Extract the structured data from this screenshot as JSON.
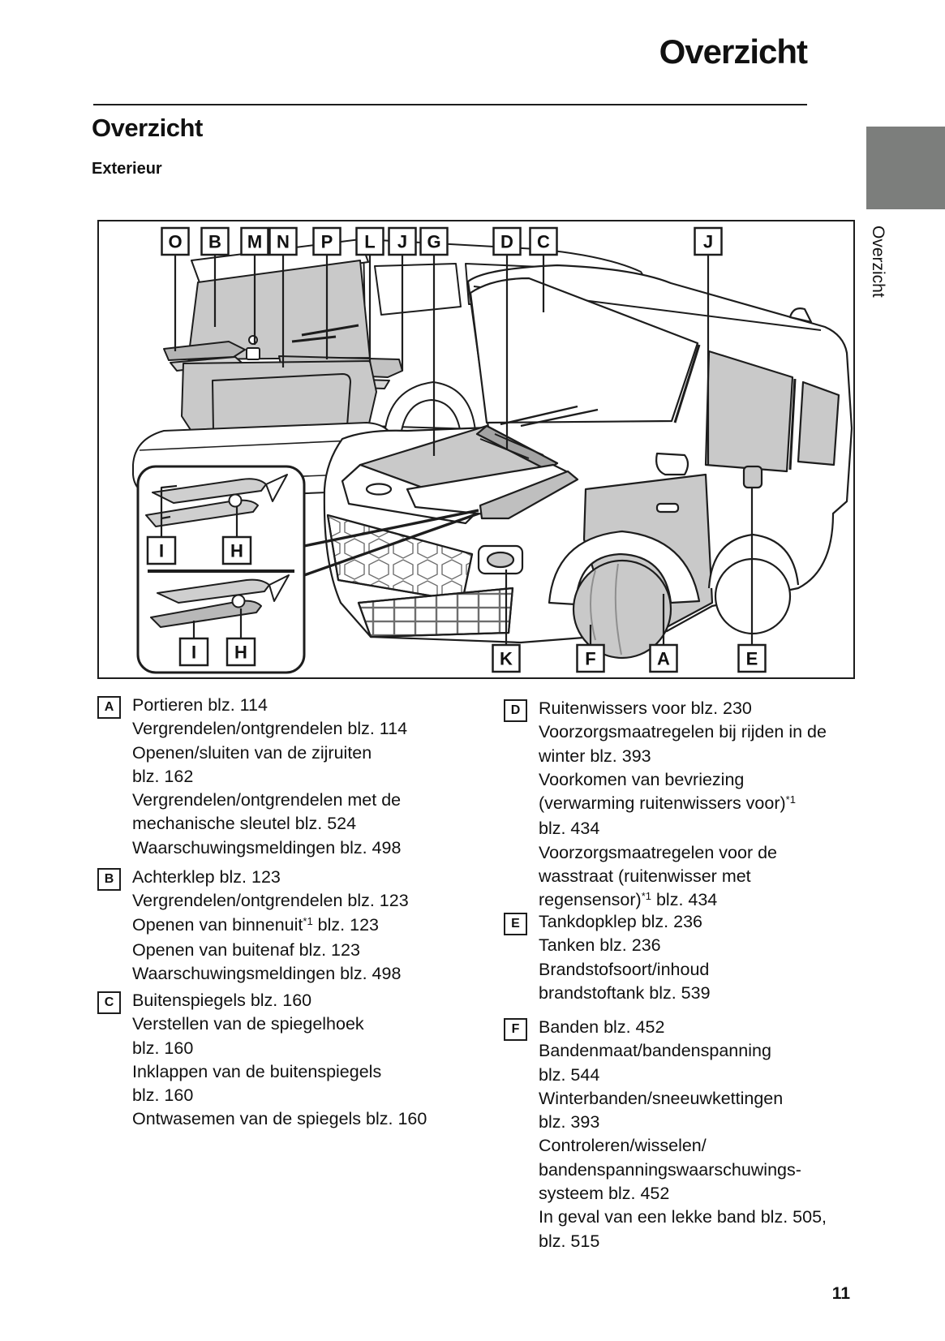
{
  "header": {
    "title": "Overzicht"
  },
  "section": {
    "title": "Overzicht",
    "subtitle": "Exterieur"
  },
  "sidebar": {
    "tab_label": "Overzicht"
  },
  "footer": {
    "page_number": "11"
  },
  "diagram": {
    "top_callouts": [
      "O",
      "B",
      "M",
      "N",
      "P",
      "L",
      "J",
      "G",
      "D",
      "C",
      "J"
    ],
    "bottom_callouts": [
      "K",
      "F",
      "A",
      "E"
    ],
    "inset_row1": [
      "I",
      "H"
    ],
    "inset_row2": [
      "I",
      "H"
    ]
  },
  "legend": {
    "left": [
      {
        "letter": "A",
        "lines": [
          {
            "pre": "Portieren blz. 114",
            "sup": "",
            "post": ""
          },
          {
            "pre": "Vergrendelen/ontgrendelen blz. 114",
            "sup": "",
            "post": ""
          },
          {
            "pre": "Openen/sluiten van de zijruiten",
            "sup": "",
            "post": ""
          },
          {
            "pre": "blz. 162",
            "sup": "",
            "post": ""
          },
          {
            "pre": "Vergrendelen/ontgrendelen met de",
            "sup": "",
            "post": ""
          },
          {
            "pre": "mechanische sleutel blz. 524",
            "sup": "",
            "post": ""
          },
          {
            "pre": "Waarschuwingsmeldingen blz. 498",
            "sup": "",
            "post": ""
          }
        ]
      },
      {
        "letter": "B",
        "lines": [
          {
            "pre": "Achterklep blz. 123",
            "sup": "",
            "post": ""
          },
          {
            "pre": "Vergrendelen/ontgrendelen blz. 123",
            "sup": "",
            "post": ""
          },
          {
            "pre": "Openen van binnenuit",
            "sup": "*1",
            "post": " blz. 123"
          },
          {
            "pre": "Openen van buitenaf blz. 123",
            "sup": "",
            "post": ""
          },
          {
            "pre": "Waarschuwingsmeldingen blz. 498",
            "sup": "",
            "post": ""
          }
        ]
      },
      {
        "letter": "C",
        "lines": [
          {
            "pre": "Buitenspiegels blz. 160",
            "sup": "",
            "post": ""
          },
          {
            "pre": "Verstellen van de spiegelhoek",
            "sup": "",
            "post": ""
          },
          {
            "pre": "blz. 160",
            "sup": "",
            "post": ""
          },
          {
            "pre": "Inklappen van de buitenspiegels",
            "sup": "",
            "post": ""
          },
          {
            "pre": "blz. 160",
            "sup": "",
            "post": ""
          },
          {
            "pre": "Ontwasemen van de spiegels blz. 160",
            "sup": "",
            "post": ""
          }
        ]
      }
    ],
    "right": [
      {
        "letter": "D",
        "lines": [
          {
            "pre": "Ruitenwissers voor blz. 230",
            "sup": "",
            "post": ""
          },
          {
            "pre": "Voorzorgsmaatregelen bij rijden in de",
            "sup": "",
            "post": ""
          },
          {
            "pre": "winter blz. 393",
            "sup": "",
            "post": ""
          },
          {
            "pre": "Voorkomen van bevriezing",
            "sup": "",
            "post": ""
          },
          {
            "pre": "(verwarming ruitenwissers voor)",
            "sup": "*1",
            "post": ""
          },
          {
            "pre": "blz. 434",
            "sup": "",
            "post": ""
          },
          {
            "pre": "Voorzorgsmaatregelen voor de",
            "sup": "",
            "post": ""
          },
          {
            "pre": "wasstraat (ruitenwisser met",
            "sup": "",
            "post": ""
          },
          {
            "pre": "regensensor)",
            "sup": "*1",
            "post": " blz. 434"
          }
        ]
      },
      {
        "letter": "E",
        "lines": [
          {
            "pre": "Tankdopklep blz. 236",
            "sup": "",
            "post": ""
          },
          {
            "pre": "Tanken blz. 236",
            "sup": "",
            "post": ""
          },
          {
            "pre": "Brandstofsoort/inhoud",
            "sup": "",
            "post": ""
          },
          {
            "pre": "brandstoftank blz. 539",
            "sup": "",
            "post": ""
          }
        ]
      },
      {
        "letter": "F",
        "lines": [
          {
            "pre": "Banden blz. 452",
            "sup": "",
            "post": ""
          },
          {
            "pre": "Bandenmaat/bandenspanning",
            "sup": "",
            "post": ""
          },
          {
            "pre": "blz. 544",
            "sup": "",
            "post": ""
          },
          {
            "pre": "Winterbanden/sneeuwkettingen",
            "sup": "",
            "post": ""
          },
          {
            "pre": "blz. 393",
            "sup": "",
            "post": ""
          },
          {
            "pre": "Controleren/wisselen/",
            "sup": "",
            "post": ""
          },
          {
            "pre": "bandenspanningswaarschuwings-",
            "sup": "",
            "post": ""
          },
          {
            "pre": "systeem blz. 452",
            "sup": "",
            "post": ""
          },
          {
            "pre": "In geval van een lekke band blz. 505,",
            "sup": "",
            "post": ""
          },
          {
            "pre": "blz. 515",
            "sup": "",
            "post": ""
          }
        ]
      }
    ]
  }
}
